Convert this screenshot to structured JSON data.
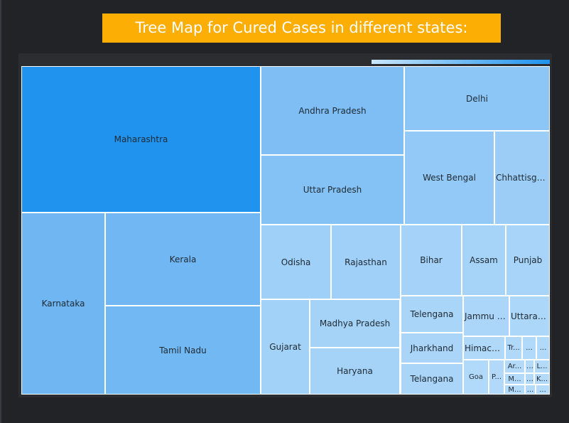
{
  "page": {
    "title": "Tree Map for Cured Cases in different states:"
  },
  "colors": {
    "background": "#222327",
    "banner": "#fcae05",
    "panel": "#2c2d31"
  },
  "chart_data": {
    "type": "treemap",
    "title": "Tree Map for Cured Cases in different states:",
    "legend": {
      "type": "color-scale",
      "position": "top-right",
      "color_min": "#c9e6fb",
      "color_max": "#1f93ee"
    },
    "tiles": [
      {
        "label": "Maharashtra",
        "color": "#1f93ee"
      },
      {
        "label": "Karnataka",
        "color": "#6fb6f3"
      },
      {
        "label": "Kerala",
        "color": "#71b7f3"
      },
      {
        "label": "Tamil Nadu",
        "color": "#72b8f3"
      },
      {
        "label": "Andhra Pradesh",
        "color": "#7ebef5"
      },
      {
        "label": "Uttar Pradesh",
        "color": "#84c2f5"
      },
      {
        "label": "Delhi",
        "color": "#8cc6f6"
      },
      {
        "label": "West Bengal",
        "color": "#92c9f7"
      },
      {
        "label": "Chhattisgarh",
        "color": "#9ccdf7"
      },
      {
        "label": "Odisha",
        "color": "#9fd0f8"
      },
      {
        "label": "Rajasthan",
        "color": "#a0d0f8"
      },
      {
        "label": "Bihar",
        "color": "#a4d2f8"
      },
      {
        "label": "Assam",
        "color": "#a6d3f8"
      },
      {
        "label": "Punjab",
        "color": "#a7d4f8"
      },
      {
        "label": "Gujarat",
        "color": "#a3d2f8"
      },
      {
        "label": "Madhya Pradesh",
        "color": "#a5d3f8"
      },
      {
        "label": "Haryana",
        "color": "#a5d3f8"
      },
      {
        "label": "Telengana",
        "color": "#a9d5f9"
      },
      {
        "label": "Jharkhand",
        "color": "#aad5f9"
      },
      {
        "label": "Telangana",
        "color": "#aad5f9"
      },
      {
        "label": "Jammu a...",
        "color": "#acd6f9"
      },
      {
        "label": "Uttarak...",
        "color": "#add7f9"
      },
      {
        "label": "Himach...",
        "color": "#afd8f9"
      },
      {
        "label": "Tr...",
        "color": "#b0d8f9"
      },
      {
        "label": "...",
        "color": "#b1d9f9"
      },
      {
        "label": "...",
        "color": "#b1d9f9"
      },
      {
        "label": "Goa",
        "color": "#b1d9f9"
      },
      {
        "label": "P...",
        "color": "#b2d9f9"
      },
      {
        "label": "Ar...",
        "color": "#b3daf9"
      },
      {
        "label": "...",
        "color": "#b3daf9"
      },
      {
        "label": "L...",
        "color": "#b3daf9"
      },
      {
        "label": "M...",
        "color": "#b4dafa"
      },
      {
        "label": "...",
        "color": "#b4dafa"
      },
      {
        "label": "K...",
        "color": "#b4dafa"
      },
      {
        "label": "M...",
        "color": "#b4dafa"
      },
      {
        "label": "...",
        "color": "#b4dafa"
      },
      {
        "label": "...",
        "color": "#b5dbfa"
      }
    ]
  }
}
